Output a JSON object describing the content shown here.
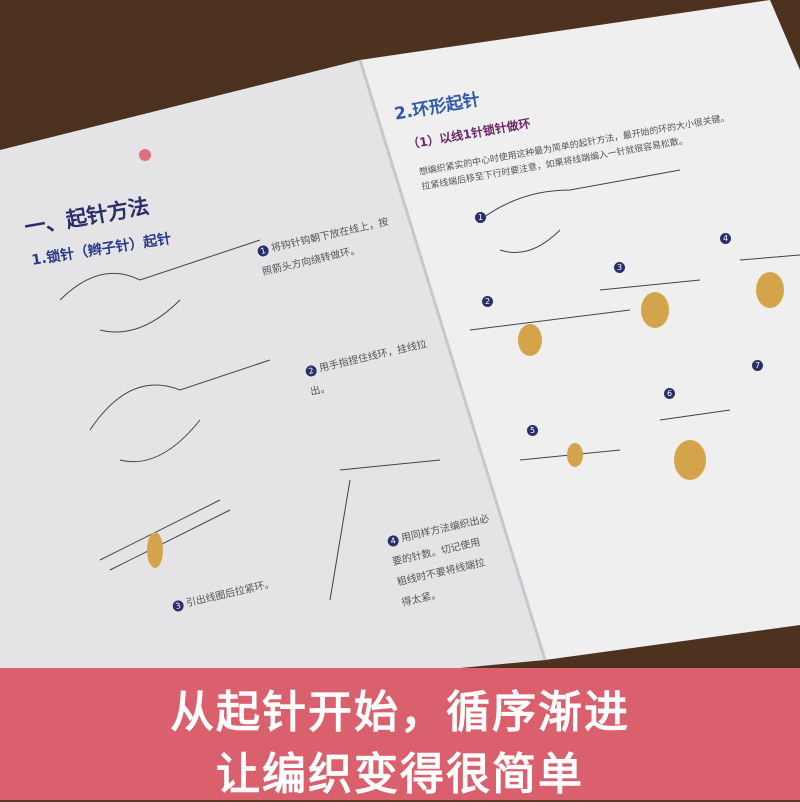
{
  "left_page": {
    "section_title": "一、起针方法",
    "subtitle": "1.锁针（辫子针）起针",
    "steps": [
      {
        "n": "1",
        "text": "将钩针钩朝下放在线上，按\n照箭头方向绕转做环。"
      },
      {
        "n": "2",
        "text": "用手指捏住线环，挂线拉\n出。"
      },
      {
        "n": "3",
        "text": "引出线圈后拉紧环。"
      },
      {
        "n": "4",
        "text": "用同样方法编织出必\n要的针数。切记使用\n粗线时不要将线端拉\n得太紧。"
      }
    ]
  },
  "right_page": {
    "title": "2.环形起针",
    "subtitle": "（1）以线1针锁针做环",
    "paragraph": "想编织紧实的中心时使用这种最为简单的起针方法，最开始的环的大小很关键。\n拉紧线端后移至下行时要注意，如果将线端编入一针就很容易松散。",
    "step_numbers": [
      "1",
      "2",
      "3",
      "4",
      "5",
      "6",
      "7"
    ]
  },
  "banner": {
    "line1": "从起针开始，循序渐进",
    "line2": "让编织变得很简单",
    "color": "#d9606c"
  }
}
